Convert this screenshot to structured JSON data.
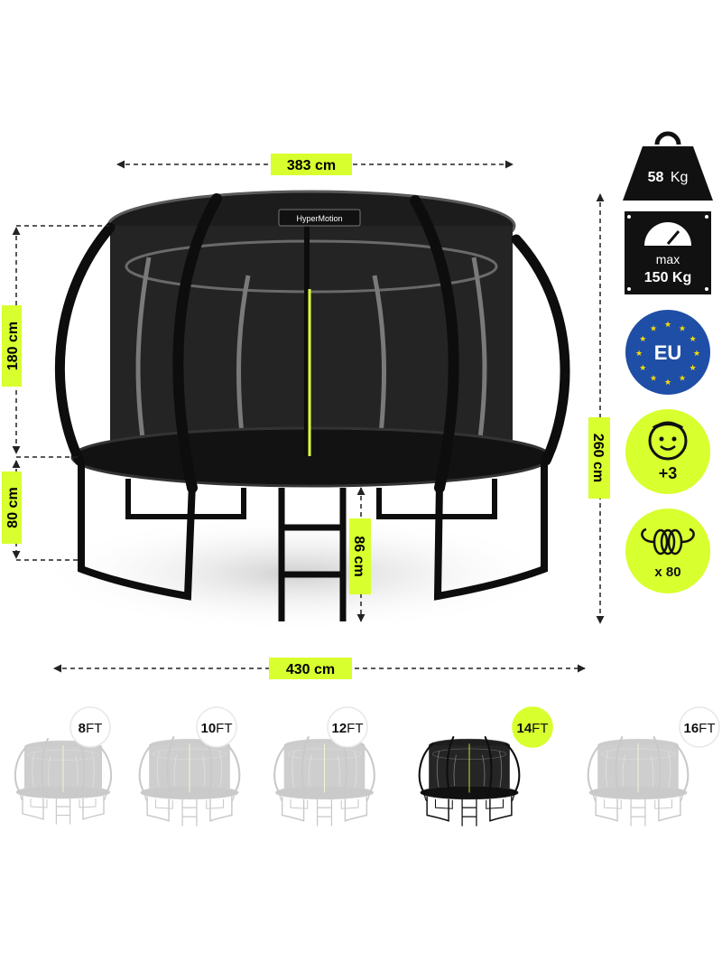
{
  "brand": "HyperMotion",
  "accent_color": "#d8ff2e",
  "dimensions": {
    "top_width": "383 cm",
    "base_width": "430 cm",
    "net_height": "180 cm",
    "frame_height": "80 cm",
    "ladder_height": "86 cm",
    "total_height": "260 cm"
  },
  "badges": {
    "weight": {
      "value": "58",
      "unit": "Kg",
      "icon": "weight-icon"
    },
    "max_load": {
      "label": "max",
      "value": "150 Kg",
      "icon": "gauge-icon"
    },
    "eu": {
      "label": "EU",
      "icon": "eu-flag-icon"
    },
    "age": {
      "label": "+3",
      "icon": "child-face-icon"
    },
    "springs": {
      "label": "x 80",
      "icon": "spring-icon"
    }
  },
  "sizes": [
    {
      "num": "8",
      "unit": "FT",
      "selected": false
    },
    {
      "num": "10",
      "unit": "FT",
      "selected": false
    },
    {
      "num": "12",
      "unit": "FT",
      "selected": false
    },
    {
      "num": "14",
      "unit": "FT",
      "selected": true
    },
    {
      "num": "16",
      "unit": "FT",
      "selected": false
    }
  ]
}
